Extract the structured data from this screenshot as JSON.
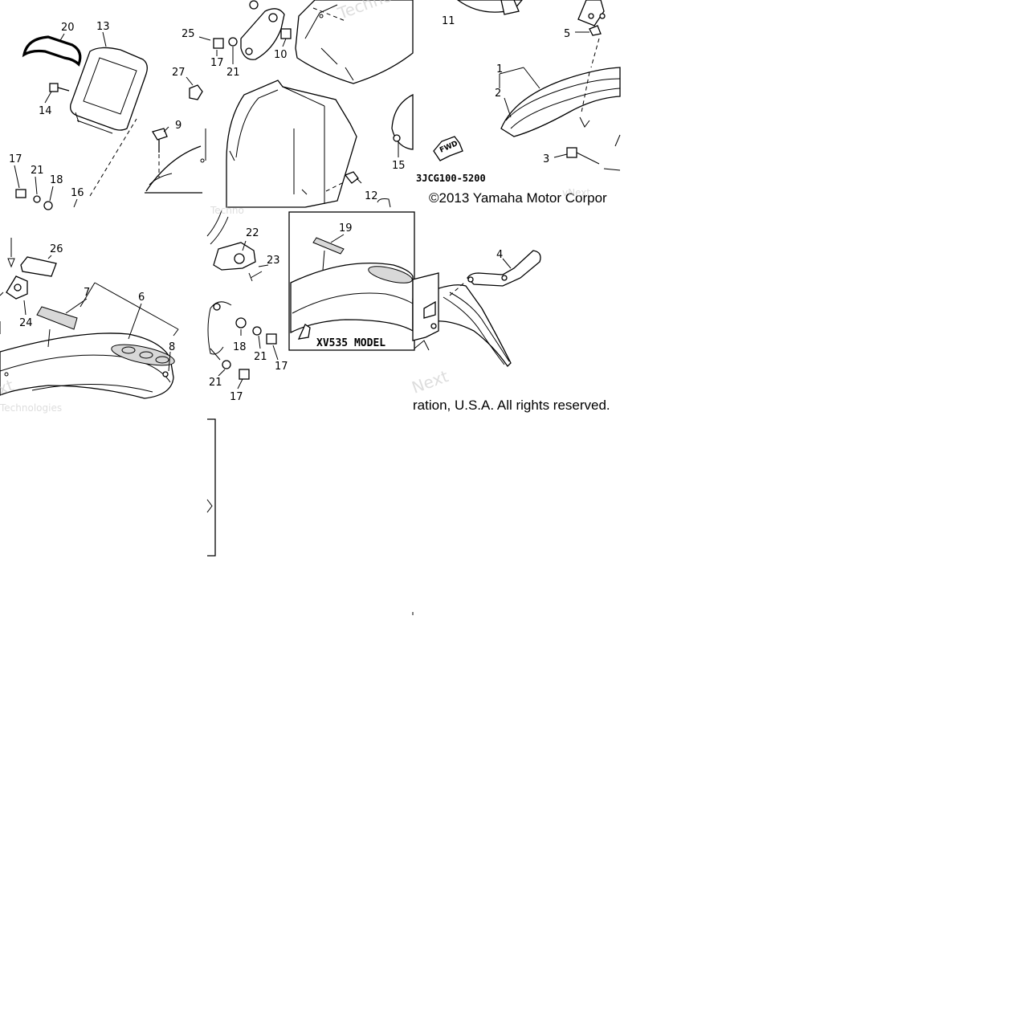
{
  "callouts": {
    "c1": "1",
    "c2": "2",
    "c3": "3",
    "c4": "4",
    "c5": "5",
    "c6": "6",
    "c7": "7",
    "c8": "8",
    "c9": "9",
    "c10": "10",
    "c11": "11",
    "c12": "12",
    "c13": "13",
    "c14": "14",
    "c15": "15",
    "c16": "16",
    "c17": "17",
    "c18": "18",
    "c19": "19",
    "c20": "20",
    "c21": "21",
    "c22": "22",
    "c23": "23",
    "c24": "24",
    "c25": "25",
    "c26": "26",
    "c27": "27"
  },
  "diagram_code": "3JCG100-5200",
  "fwd_label": "FWD",
  "inset_label": "XV535 MODEL",
  "copyright": {
    "part1": "©2013 Yamaha Motor Corpor",
    "part2": "ration, U.S.A. All rights reserved."
  },
  "watermarks": {
    "w1": "Techno",
    "w2": "vNext",
    "w3": "Technologies",
    "w4": "Next",
    "w5": "Techno"
  },
  "colors": {
    "line": "#000000",
    "background": "#ffffff",
    "watermark": "#c8c8c8"
  }
}
